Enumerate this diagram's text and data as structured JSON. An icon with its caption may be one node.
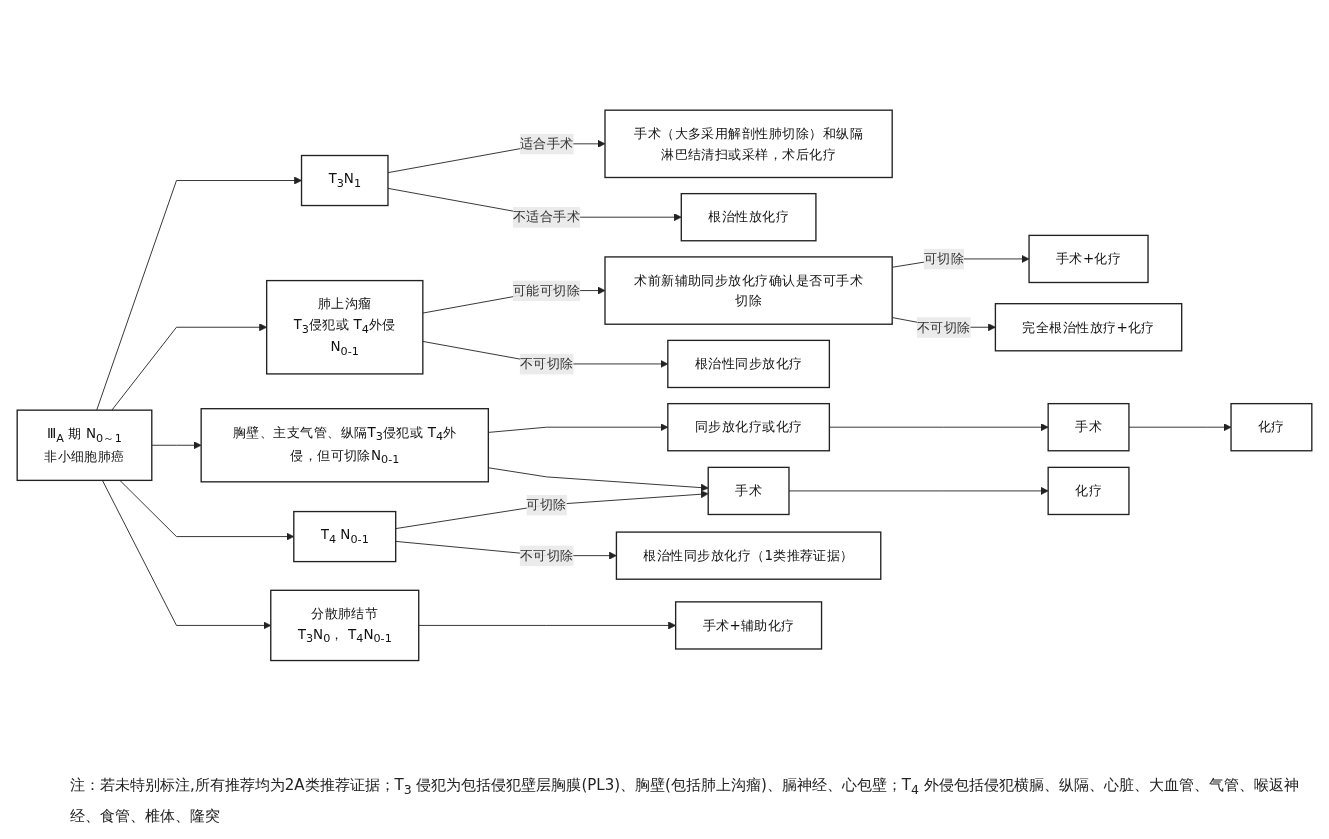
{
  "diagram": {
    "nodes": [
      {
        "text": [
          "Ⅲ$_{A}$ 期 N$_{0～1}$",
          "非小细胞肺癌"
        ]
      },
      {
        "text": [
          "T$_{3}$N$_{1}$"
        ]
      },
      {
        "text": [
          "手术（大多采用解剖性肺切除）和纵隔淋巴结清扫或采样，术后化疗"
        ]
      },
      {
        "text": [
          "根治性放化疗"
        ]
      },
      {
        "text": [
          "肺上沟瘤",
          "T$_{3}$侵犯或 T$_{4}$外侵",
          "N$_{0-1}$"
        ]
      },
      {
        "text": [
          "术前新辅助同步放化疗确认是否可手术切除"
        ]
      },
      {
        "text": [
          "手术+化疗"
        ]
      },
      {
        "text": [
          "完全根治性放疗+化疗"
        ]
      },
      {
        "text": [
          "根治性同步放化疗"
        ]
      },
      {
        "text": [
          "胸壁、主支气管、纵隔T$_{3}$侵犯或 T$_{4}$外侵，但可切除N$_{0-1}$"
        ]
      },
      {
        "text": [
          "同步放化疗或化疗"
        ]
      },
      {
        "text": [
          "手术"
        ]
      },
      {
        "text": [
          "化疗"
        ]
      },
      {
        "text": [
          "手术"
        ]
      },
      {
        "text": [
          "化疗"
        ]
      },
      {
        "text": [
          "T$_{4}$ N$_{0-1}$"
        ]
      },
      {
        "text": [
          "根治性同步放化疗（1类推荐证据）"
        ]
      },
      {
        "text": [
          "分散肺结节",
          "T$_{3}$N$_{0}$， T$_{4}$N$_{0-1}$"
        ]
      },
      {
        "text": [
          "手术+辅助化疗"
        ]
      }
    ],
    "edges": [
      {
        "from": 0,
        "to": 1,
        "arrow": "to"
      },
      {
        "from": 0,
        "to": 4,
        "arrow": "to"
      },
      {
        "from": 0,
        "to": 9,
        "arrow": "to"
      },
      {
        "from": 0,
        "to": 15,
        "arrow": "to"
      },
      {
        "from": 0,
        "to": 17,
        "arrow": "to"
      },
      {
        "from": 1,
        "to": 2,
        "arrow": "to",
        "label": "适合手术"
      },
      {
        "from": 1,
        "to": 3,
        "arrow": "to",
        "label": "不适合手术"
      },
      {
        "from": 4,
        "to": 5,
        "arrow": "to",
        "label": "可能可切除"
      },
      {
        "from": 4,
        "to": 8,
        "arrow": "to",
        "label": "不可切除"
      },
      {
        "from": 5,
        "to": 6,
        "arrow": "to",
        "label": "可切除"
      },
      {
        "from": 5,
        "to": 7,
        "arrow": "to",
        "label": "不可切除"
      },
      {
        "from": 9,
        "to": 10,
        "arrow": "to"
      },
      {
        "from": 9,
        "to": 13,
        "arrow": "to"
      },
      {
        "from": 10,
        "to": 11,
        "arrow": "to"
      },
      {
        "from": 11,
        "to": 12,
        "arrow": "to"
      },
      {
        "from": 15,
        "to": 13,
        "arrow": "to",
        "label": "可切除"
      },
      {
        "from": 15,
        "to": 16,
        "arrow": "to",
        "label": "不可切除"
      },
      {
        "from": 13,
        "to": 14,
        "arrow": "to"
      },
      {
        "from": 17,
        "to": 18,
        "arrow": "to"
      }
    ],
    "labels": [
      "注：若未特别标注,所有推荐均为2A类推荐证据；T$_{3}$ 侵犯为包括侵犯壁层胸膜(PL3)、胸壁(包括肺上沟瘤)、膈神经、心包壁；T$_{4}$ 外侵包括侵犯横膈、纵隔、心脏、大血管、气管、喉返神经、食管、椎体、隆突"
    ]
  }
}
